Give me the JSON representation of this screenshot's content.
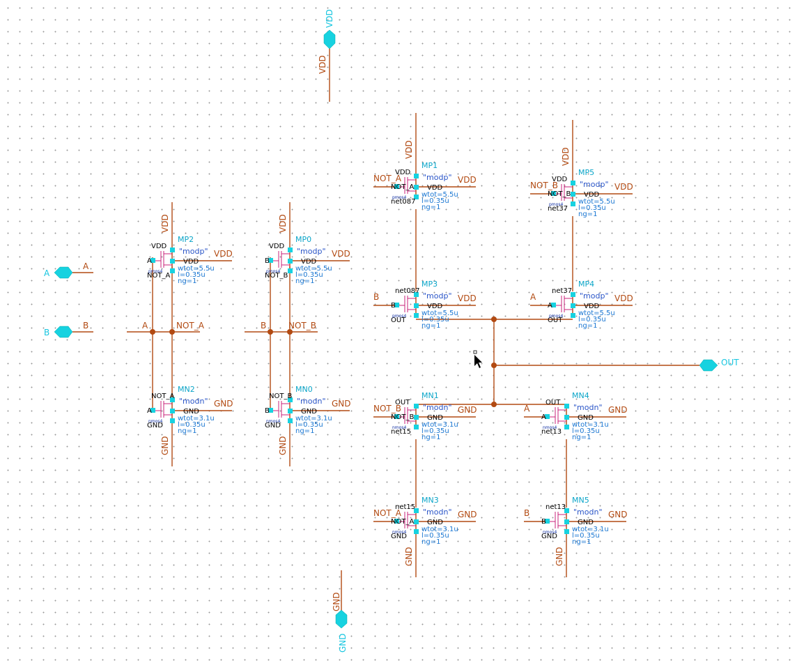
{
  "supply": {
    "vdd": "VDD",
    "gnd": "GND"
  },
  "ports": {
    "a": "A",
    "b": "B",
    "out": "OUT"
  },
  "nets": {
    "not_a": "NOT_A",
    "not_b": "NOT_B",
    "a": "A",
    "b": "B"
  },
  "devices": [
    {
      "id": "MP2",
      "model": "\"modp\"",
      "rail": "VDD",
      "gate": "A",
      "top": "VDD",
      "bottom": "NOT_A",
      "tap": "VDD",
      "sub": "pmos4",
      "p1": "wtot=5.5u",
      "p2": "l=0.35u",
      "p3": "ng=1"
    },
    {
      "id": "MP0",
      "model": "\"modp\"",
      "rail": "VDD",
      "gate": "B",
      "top": "VDD",
      "bottom": "NOT_B",
      "tap": "VDD",
      "sub": "pmos4",
      "p1": "wtot=5.5u",
      "p2": "l=0.35u",
      "p3": "ng=1"
    },
    {
      "id": "MN2",
      "model": "\"modn\"",
      "rail": "GND",
      "gate": "A",
      "top": "NOT_A",
      "bottom": "GND",
      "tap": "GND",
      "sub": "nmos4",
      "p1": "wtot=3.1u",
      "p2": "l=0.35u",
      "p3": "ng=1"
    },
    {
      "id": "MN0",
      "model": "\"modn\"",
      "rail": "GND",
      "gate": "B",
      "top": "NOT_B",
      "bottom": "GND",
      "tap": "GND",
      "sub": "nmos4",
      "p1": "wtot=3.1u",
      "p2": "l=0.35u",
      "p3": "ng=1"
    },
    {
      "id": "MP1",
      "model": "\"modp\"",
      "rail": "VDD",
      "gate": "NOT_A",
      "gatewire": "NOT_A",
      "top": "VDD",
      "bottom": "net087",
      "tap": "VDD",
      "sub": "pmos4",
      "p1": "wtot=5.5u",
      "p2": "l=0.35u",
      "p3": "ng=1"
    },
    {
      "id": "MP5",
      "model": "\"modp\"",
      "rail": "VDD",
      "gate": "NOT_B",
      "gatewire": "NOT_B",
      "top": "VDD",
      "bottom": "net37",
      "tap": "VDD",
      "sub": "pmos4",
      "p1": "wtot=5.5u",
      "p2": "l=0.35u",
      "p3": "ng=1"
    },
    {
      "id": "MP3",
      "model": "\"modp\"",
      "rail": "VDD",
      "gate": "B",
      "gatewire": "B",
      "top": "net087",
      "bottom": "OUT",
      "tap": "VDD",
      "sub": "pmos4",
      "p1": "wtot=5.5u",
      "p2": "l=0.35u",
      "p3": "ng=1"
    },
    {
      "id": "MP4",
      "model": "\"modp\"",
      "rail": "VDD",
      "gate": "A",
      "gatewire": "A",
      "top": "net37",
      "bottom": "OUT",
      "tap": "VDD",
      "sub": "pmos4",
      "p1": "wtot=5.5u",
      "p2": "l=0.35u",
      "p3": "ng=1"
    },
    {
      "id": "MN1",
      "model": "\"modn\"",
      "rail": "GND",
      "gate": "NOT_B",
      "gatewire": "NOT_B",
      "top": "OUT",
      "bottom": "net15",
      "tap": "GND",
      "sub": "nmos4",
      "p1": "wtot=3.1u",
      "p2": "l=0.35u",
      "p3": "ng=1"
    },
    {
      "id": "MN4",
      "model": "\"modn\"",
      "rail": "GND",
      "gate": "A",
      "gatewire": "A",
      "top": "OUT",
      "bottom": "net13",
      "tap": "GND",
      "sub": "nmos4",
      "p1": "wtot=3.1u",
      "p2": "l=0.35u",
      "p3": "ng=1"
    },
    {
      "id": "MN3",
      "model": "\"modn\"",
      "rail": "GND",
      "gate": "NOT_A",
      "gatewire": "NOT_A",
      "top": "net15",
      "bottom": "GND",
      "tap": "GND",
      "sub": "nmos4",
      "p1": "wtot=3.1u",
      "p2": "l=0.35u",
      "p3": "ng=1"
    },
    {
      "id": "MN5",
      "model": "\"modn\"",
      "rail": "GND",
      "gate": "B",
      "gatewire": "B",
      "top": "net13",
      "bottom": "GND",
      "tap": "GND",
      "sub": "nmos4",
      "p1": "wtot=3.1u",
      "p2": "l=0.35u",
      "p3": "ng=1"
    }
  ]
}
